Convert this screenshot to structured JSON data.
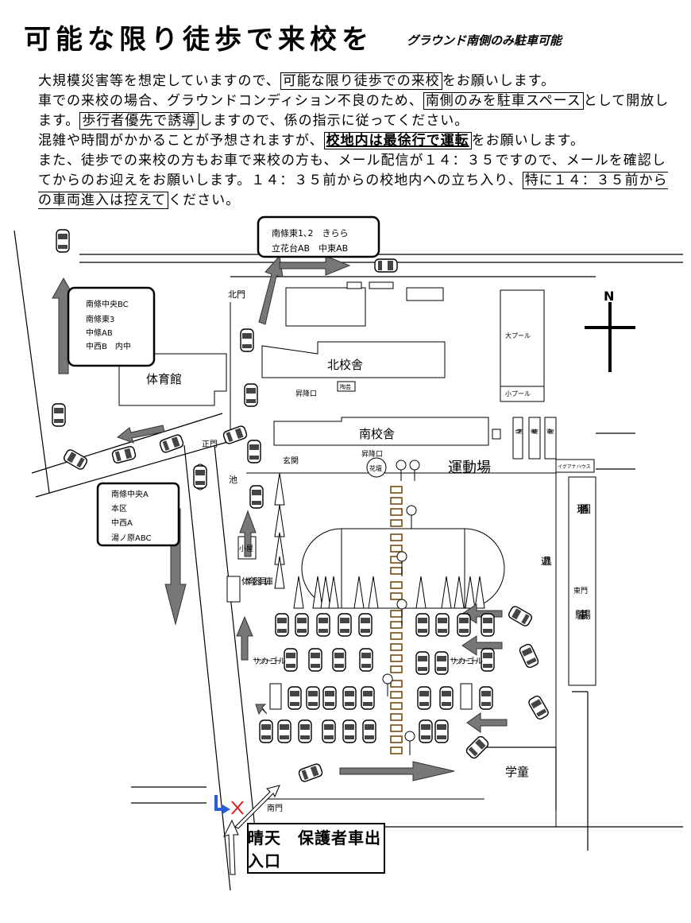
{
  "header": {
    "title": "可能な限り徒歩で来校を",
    "subtitle": "グラウンド南側のみ駐車可能"
  },
  "intro": {
    "p1_a": "大規模災害等を想定していますので、",
    "p1_box": "可能な限り徒歩での来校",
    "p1_b": "をお願いします。",
    "p2_a": "車での来校の場合、グラウンドコンディション不良のため、",
    "p2_box": "南側のみを駐車スペース",
    "p2_b": "として開放します。",
    "p2_box2": "歩行者優先で誘導",
    "p2_c": "しますので、係の指示に従ってください。",
    "p3_a": "混雑や時間がかかることが予想されますが、",
    "p3_em": "校地内は最徐行で運転",
    "p3_b": "をお願いします。",
    "p4_a": "また、徒歩での来校の方もお車で来校の方も、メール配信が１４：３５ですので、メールを確認してからのお迎えをお願いします。１４：３５前からの校地内への立ち入り、",
    "p4_box": "特に１４：３５前からの車両進入は控えて",
    "p4_b": "ください。"
  },
  "map": {
    "route_box_north": [
      "南條東1､2　きらら",
      "立花台AB　中東AB"
    ],
    "route_box_west": [
      "南條中央BC",
      "南條東3",
      "中條AB",
      "中西B　内中"
    ],
    "route_box_southwest": [
      "南條中央A",
      "本区",
      "中西A",
      "湯ノ原ABC"
    ],
    "labels": {
      "north_gate": "北門",
      "gym": "体育館",
      "north_building": "北校舎",
      "south_building": "南校舎",
      "stairs1": "昇降口",
      "stairs2": "昇降口",
      "kiln": "陶芸",
      "main_gate": "正門",
      "entrance": "玄関",
      "flowerbed": "花壇",
      "pond": "池",
      "ground": "運動場",
      "hut": "小屋",
      "equipment": "体育器具庫",
      "soccer_goal_left": "サッカーゴール",
      "soccer_goal_right": "サッカーゴール",
      "big_pool": "大プール",
      "small_pool": "小プール",
      "science_garden": "理科園",
      "east_gate": "東門",
      "parking": "駐車場",
      "play_equipment": "遊具",
      "gakudo": "学童",
      "south_gate": "南門",
      "north_symbol": "N",
      "iguana_house": "イグアナハウス",
      "shed1": "ポンプ室",
      "shed2": "機械室",
      "shed3": "電気室"
    },
    "exit_sign": "晴天　保護者車出入口"
  }
}
